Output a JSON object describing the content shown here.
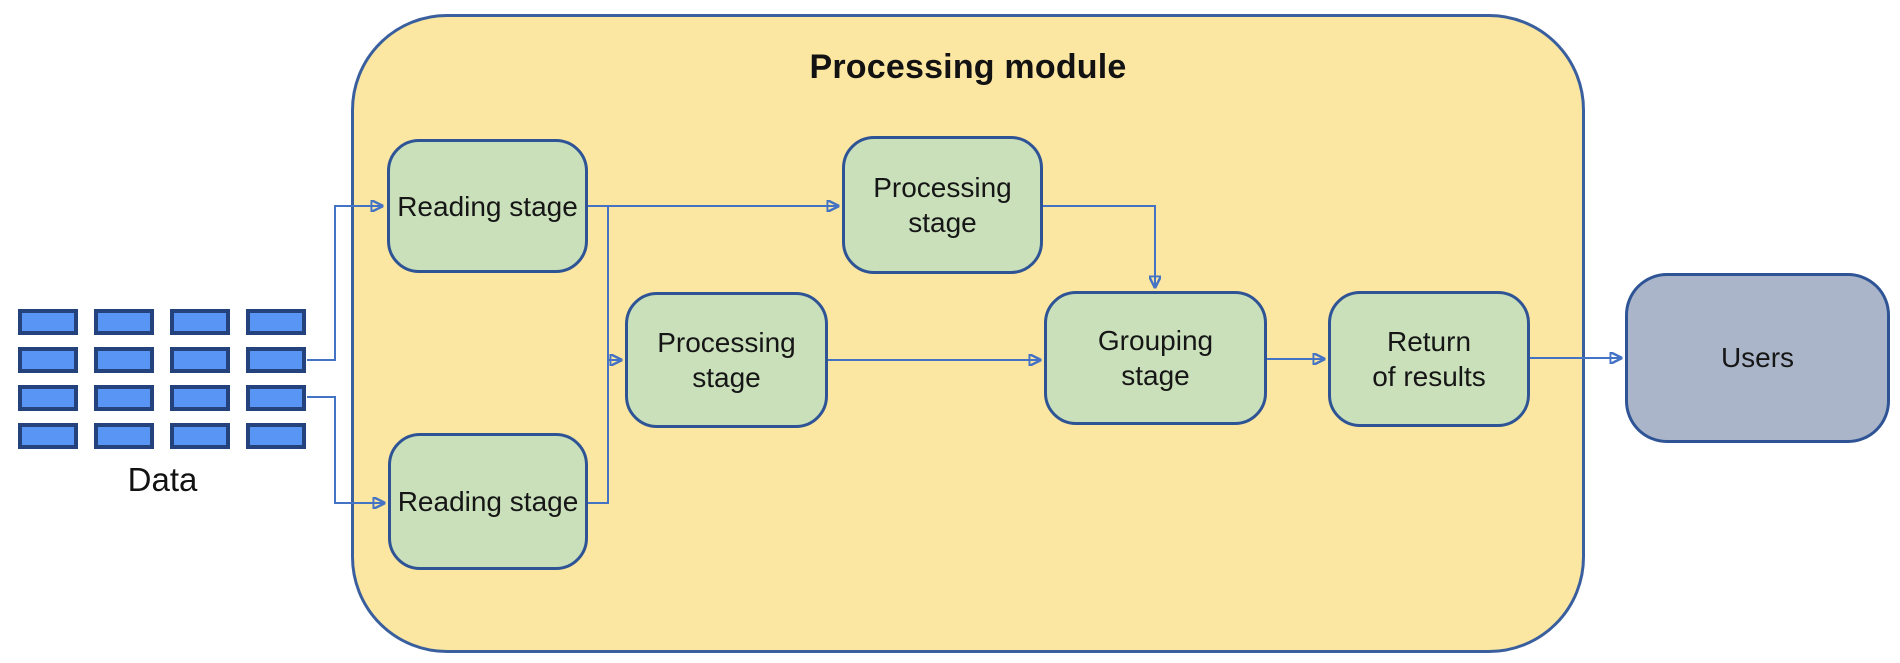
{
  "diagram_title": "Processing module",
  "data_input": {
    "label": "Data",
    "grid": {
      "rows": 4,
      "cols": 4
    }
  },
  "nodes": {
    "reading_top": {
      "label": "Reading stage"
    },
    "reading_bottom": {
      "label": "Reading stage"
    },
    "processing_top": {
      "line1": "Processing",
      "line2": "stage"
    },
    "processing_mid": {
      "line1": "Processing",
      "line2": "stage"
    },
    "grouping": {
      "line1": "Grouping",
      "line2": "stage"
    },
    "return_results": {
      "line1": "Return",
      "line2": "of results"
    }
  },
  "users": {
    "label": "Users"
  },
  "colors": {
    "module_fill": "#fbe7a2",
    "module_border": "#3a5f9f",
    "stage_fill": "#c9e0ba",
    "stage_border": "#2f5496",
    "data_block_fill": "#5895f4",
    "data_block_border": "#24437c",
    "users_fill": "#aab5c9",
    "users_border": "#2f5496",
    "connector": "#4472c4",
    "text": "#121212",
    "background": "#ffffff"
  }
}
